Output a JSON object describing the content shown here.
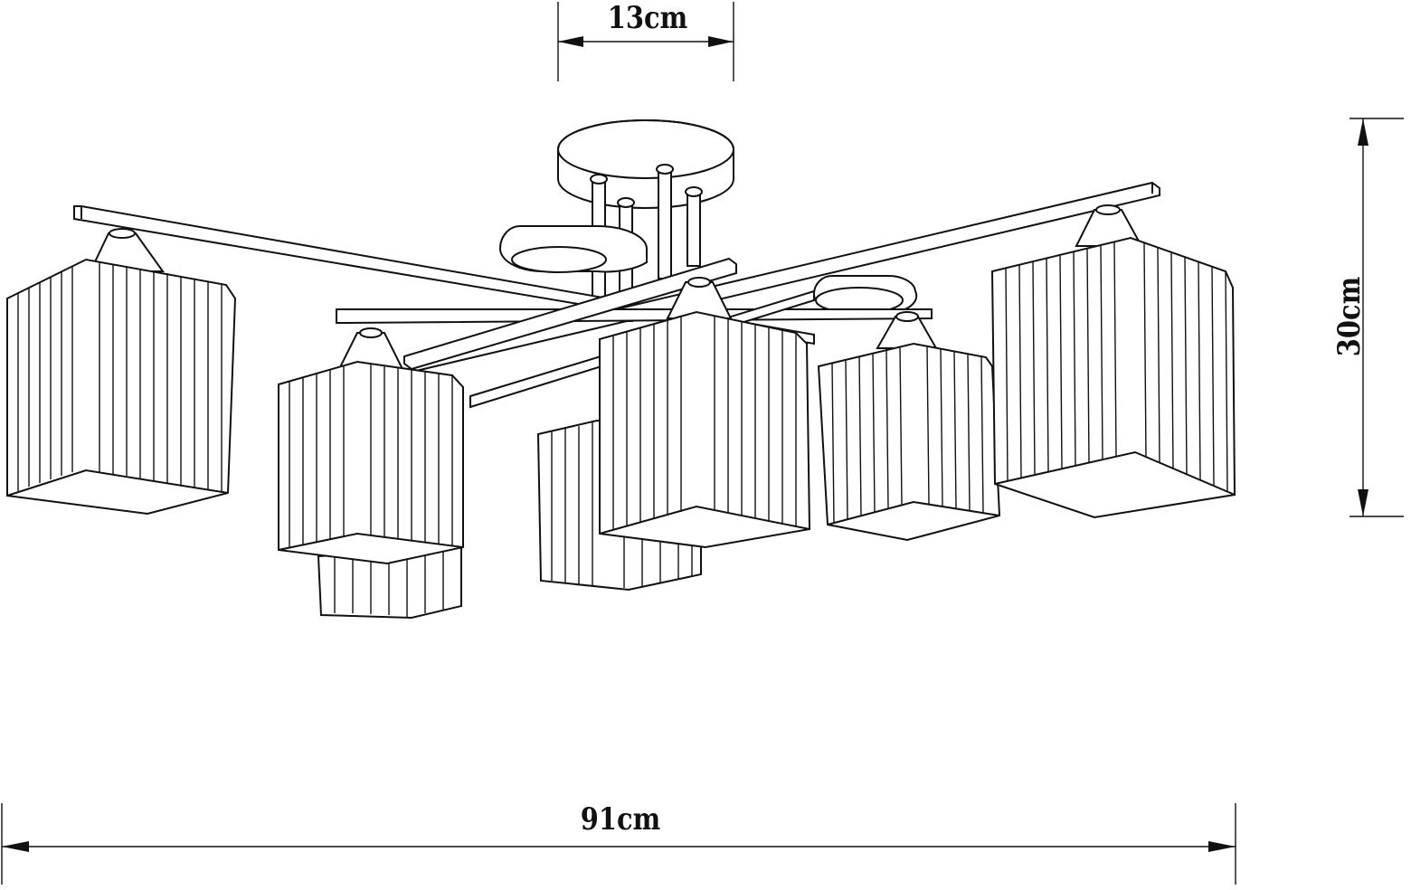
{
  "dimensions": {
    "top_width": "13cm",
    "overall_width": "91cm",
    "height": "30cm"
  },
  "colors": {
    "line": "#111111",
    "background": "#ffffff"
  }
}
